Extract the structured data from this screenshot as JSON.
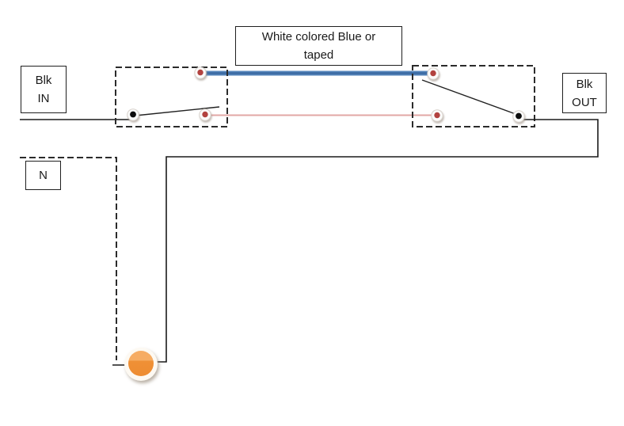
{
  "diagram": {
    "type": "two-way lighting circuit wiring diagram",
    "labels": {
      "wire_note": "White colored Blue or\ntaped",
      "blk_in": "Blk\nIN",
      "blk_out": "Blk\nOUT",
      "neutral": "N"
    },
    "components": {
      "switch_1": "left switch (dashed box, common black terminal left, two red traveler terminals right)",
      "switch_2": "right switch (dashed box, two red traveler terminals left, common black terminal right)",
      "lamp": "orange lamp / bulb at bottom connected between neutral and switched black return"
    }
  },
  "colors": {
    "traveler_blue": "#5585bb",
    "traveler_blue_core": "#3c6ba3",
    "traveler_white_pink": "#e2a7a5",
    "wire_black": "#1a1a1a",
    "dashed_outline": "#2b2b2b",
    "terminal_red": "#b2423f",
    "terminal_black": "#0d0d0d",
    "terminal_ring": "#fbfbfa",
    "terminal_ring_edge": "#d8d2cc",
    "lamp_orange": "#ef9036",
    "lamp_orange_highlight": "#f6ac63",
    "lamp_halo": "#fdf9f2"
  }
}
